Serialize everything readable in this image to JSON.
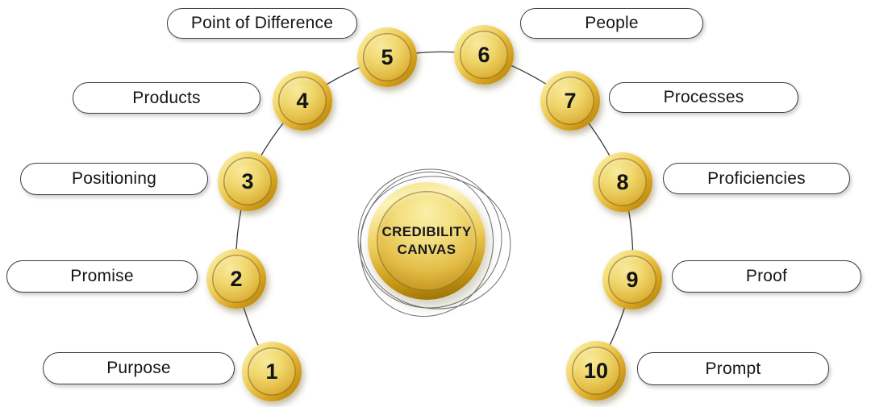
{
  "center": {
    "line1": "CREDIBILITY",
    "line2": "CANVAS"
  },
  "nodes": [
    {
      "number": "1",
      "label": "Purpose"
    },
    {
      "number": "2",
      "label": "Promise"
    },
    {
      "number": "3",
      "label": "Positioning"
    },
    {
      "number": "4",
      "label": "Products"
    },
    {
      "number": "5",
      "label": "Point of Difference"
    },
    {
      "number": "6",
      "label": "People"
    },
    {
      "number": "7",
      "label": "Processes"
    },
    {
      "number": "8",
      "label": "Proficiencies"
    },
    {
      "number": "9",
      "label": "Proof"
    },
    {
      "number": "10",
      "label": "Prompt"
    }
  ],
  "colors": {
    "gold_accent": "#d4a31f",
    "gold_light": "#f7e690",
    "gold_dark": "#aa7b05",
    "connector_line": "#3a3a3a",
    "pill_border": "#3d3d3d",
    "pill_background": "#ffffff",
    "text": "#151515",
    "background": "#ffffff"
  }
}
